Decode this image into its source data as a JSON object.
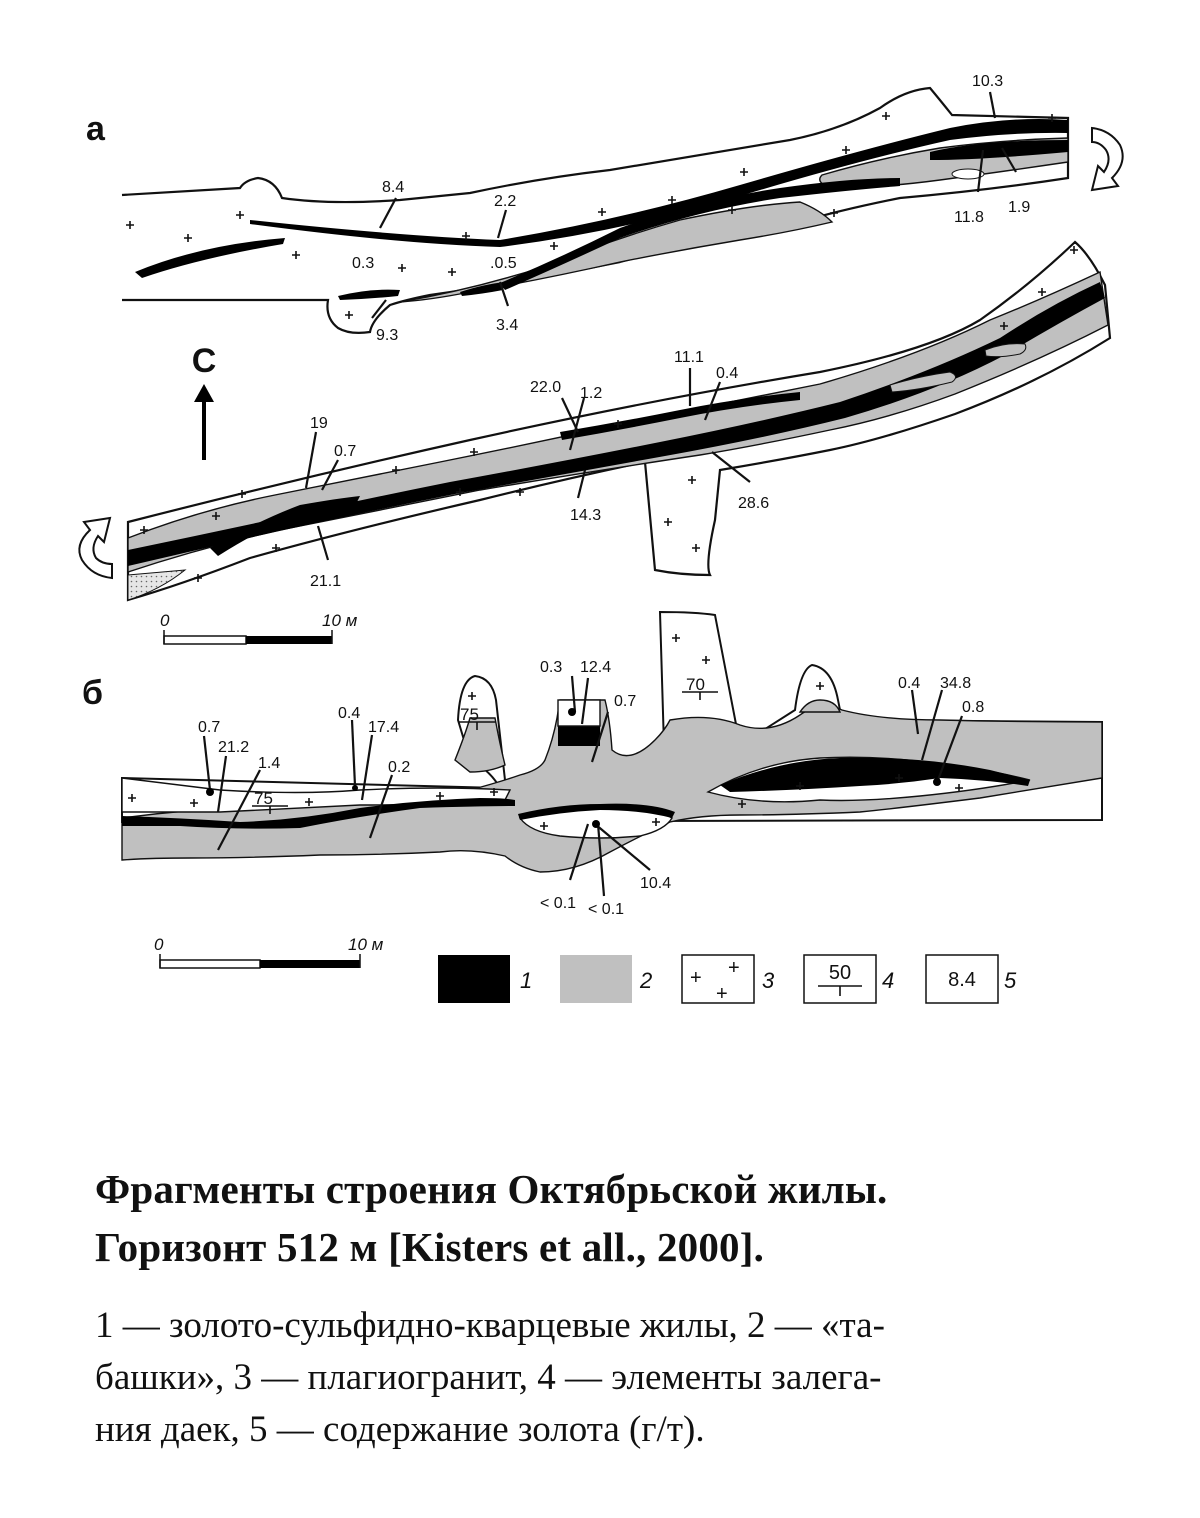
{
  "panels": {
    "a": {
      "label": "а"
    },
    "b": {
      "label": "б"
    }
  },
  "north_arrow": {
    "label": "С"
  },
  "scales": {
    "a": {
      "zero": "0",
      "end": "10 м"
    },
    "b": {
      "zero": "0",
      "end": "10 м"
    }
  },
  "gold_values": {
    "a_upper": [
      "10.3",
      "8.4",
      "2.2",
      "11.8",
      "1.9",
      "0.3",
      ".0.5",
      "9.3",
      "3.4"
    ],
    "a_lower": [
      "11.1",
      "0.4",
      "22.0",
      "1.2",
      "19",
      "0.7",
      "14.3",
      "28.6",
      "21.1"
    ],
    "b": [
      "0.3",
      "12.4",
      "0.7",
      "0.4",
      "34.8",
      "0.8",
      "0.7",
      "21.2",
      "1.4",
      "0.4",
      "17.4",
      "0.2",
      "< 0.1",
      "< 0.1",
      "10.4"
    ]
  },
  "dip_values": {
    "b": [
      "75",
      "75",
      "70"
    ]
  },
  "legend": [
    {
      "num": "1",
      "kind": "vein"
    },
    {
      "num": "2",
      "kind": "tabashki"
    },
    {
      "num": "3",
      "kind": "plagiogranite",
      "symbol": "+"
    },
    {
      "num": "4",
      "kind": "dike",
      "value": "50"
    },
    {
      "num": "5",
      "kind": "gold",
      "value": "8.4"
    }
  ],
  "colors": {
    "vein": "#000000",
    "tabashki": "#c0c0c0",
    "granite": "#ffffff",
    "outline": "#111111",
    "text": "#111111"
  },
  "caption": {
    "title_line1": "Фрагменты строения Октябрьской жилы.",
    "title_line2": "Горизонт 512 м [Kisters et all., 2000].",
    "legend_line1": "1 — золото-сульфидно-кварцевые жилы, 2 — «та-",
    "legend_line2": "башки», 3 — плагиогранит, 4 — элементы залега-",
    "legend_line3": "ния даек, 5 — содержание золота (г/т)."
  }
}
